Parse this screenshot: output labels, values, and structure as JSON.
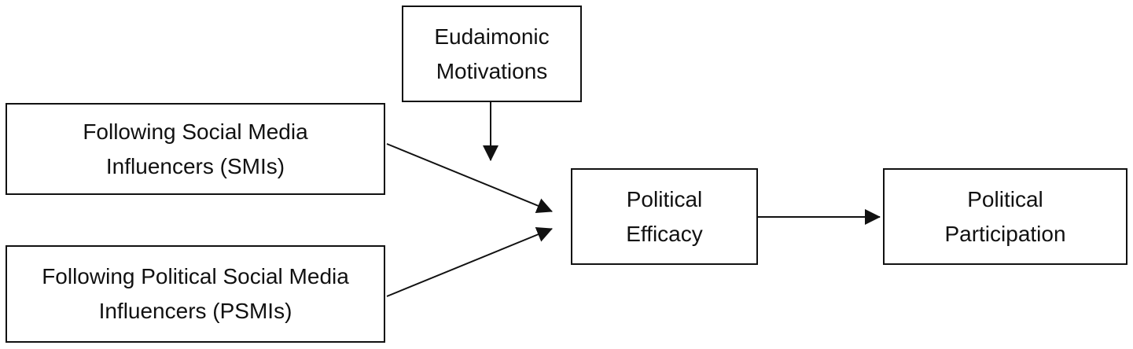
{
  "diagram": {
    "nodes": {
      "eudaimonic": {
        "line1": "Eudaimonic",
        "line2": "Motivations"
      },
      "smi": {
        "line1": "Following Social Media",
        "line2": "Influencers (SMIs)"
      },
      "psmi": {
        "line1": "Following Political Social Media",
        "line2": "Influencers (PSMIs)"
      },
      "efficacy": {
        "line1": "Political",
        "line2": "Efficacy"
      },
      "participation": {
        "line1": "Political",
        "line2": "Participation"
      }
    },
    "edges": [
      {
        "from": "smi",
        "to": "efficacy"
      },
      {
        "from": "psmi",
        "to": "efficacy"
      },
      {
        "from": "eudaimonic",
        "to": "smi-efficacy-path",
        "type": "moderation"
      },
      {
        "from": "efficacy",
        "to": "participation"
      }
    ],
    "colors": {
      "stroke": "#111111",
      "text": "#111111",
      "background": "#ffffff"
    }
  }
}
